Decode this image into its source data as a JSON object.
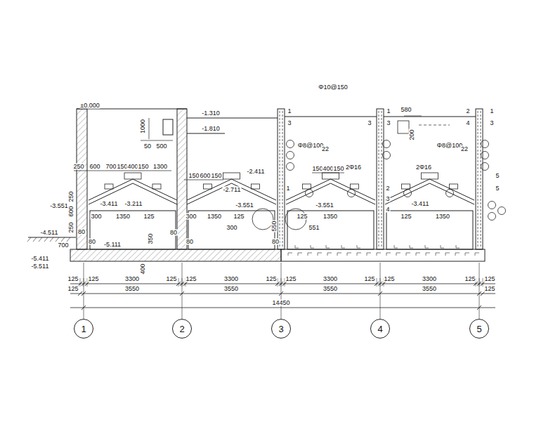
{
  "diagram": {
    "nodes": [
      {
        "text": [
          "1"
        ]
      },
      {
        "text": [
          "2"
        ]
      },
      {
        "text": [
          "3"
        ]
      },
      {
        "text": [
          "4"
        ]
      },
      {
        "text": [
          "5"
        ]
      }
    ],
    "labels": [
      "±0.000",
      "-1.310",
      "-1.810",
      "1000",
      "50",
      "500",
      "Φ10@150",
      "580",
      "200",
      "Φ8@100",
      "22",
      "Φ8@100",
      "22",
      "250",
      "600",
      "700",
      "150",
      "400",
      "150",
      "1300",
      "150",
      "600",
      "150",
      "-2.411",
      "-2.711",
      "-3.211",
      "-3.551",
      "-3.411",
      "300",
      "1350",
      "125",
      "250",
      "600",
      "250",
      "-4.511",
      "80",
      "80",
      "700",
      "-5.111",
      "350",
      "400",
      "-5.411",
      "-5.511",
      "300",
      "1350",
      "-3.551",
      "125",
      "300",
      "550",
      "80",
      "80",
      "80",
      "150",
      "400",
      "150",
      "2Φ16",
      "-3.551",
      "125",
      "1350",
      "551",
      "2Φ16",
      "-3.411",
      "125",
      "1350",
      "125",
      "125",
      "3300",
      "125",
      "125",
      "3300",
      "125",
      "125",
      "3300",
      "125",
      "125",
      "3300",
      "125",
      "125",
      "125",
      "3550",
      "3550",
      "3550",
      "3550",
      "125",
      "14450",
      "1",
      "3",
      "3",
      "1",
      "3",
      "2",
      "4",
      "1",
      "3",
      "5",
      "5",
      "1",
      "2",
      "3",
      "4"
    ]
  }
}
